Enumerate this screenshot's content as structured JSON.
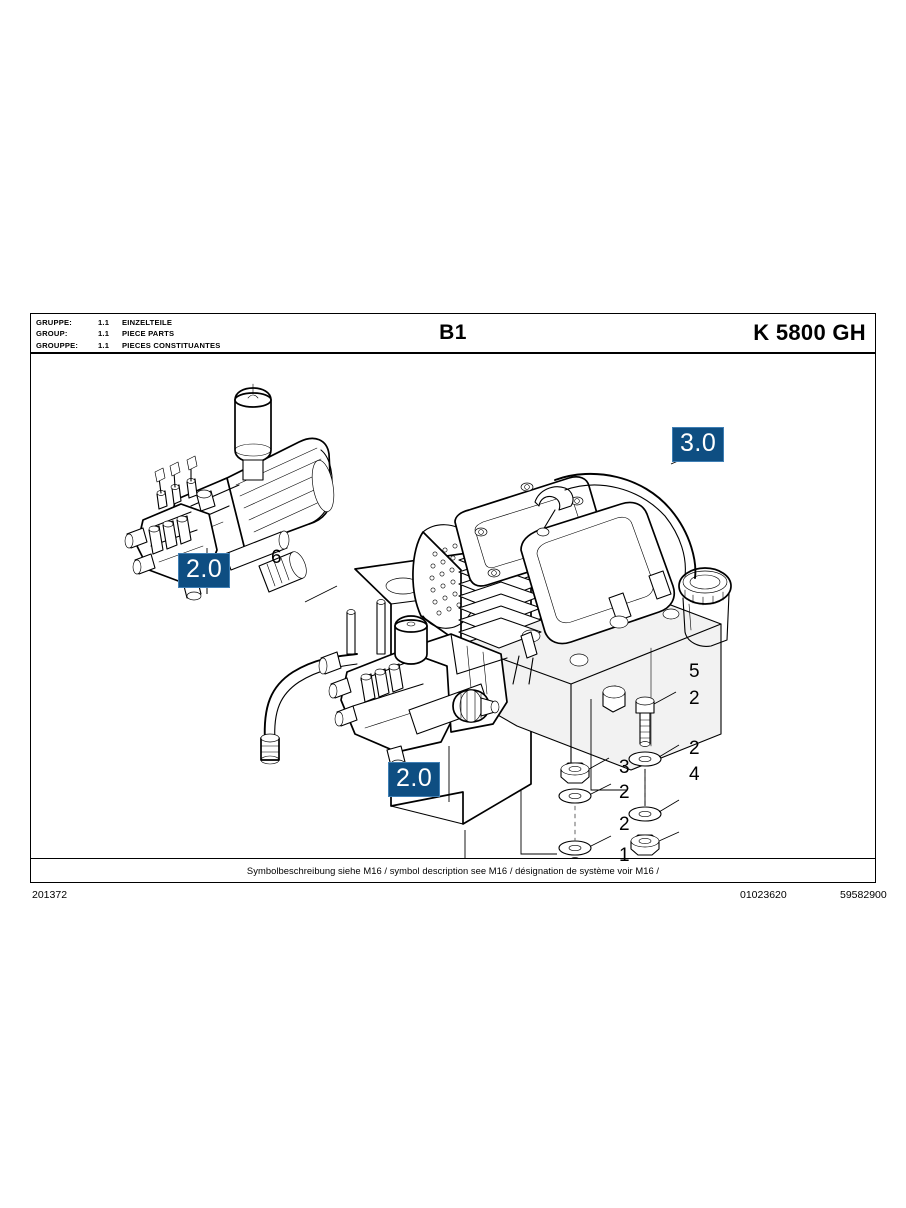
{
  "header": {
    "group_rows": [
      {
        "lang": "GRUPPE:",
        "number": "1.1",
        "name": "EINZELTEILE"
      },
      {
        "lang": "GROUP:",
        "number": "1.1",
        "name": "PIECE PARTS"
      },
      {
        "lang": "GROUPPE:",
        "number": "1.1",
        "name": "PIECES CONSTITUANTES"
      }
    ],
    "sheet_title": "B1",
    "model": "K 5800 GH"
  },
  "note": {
    "text": "Symbolbeschreibung siehe M16 / symbol description see M16 / désignation de système voir M16 /"
  },
  "footer": {
    "drawing_number": "201372",
    "code_a": "01023620",
    "code_b": "59582900"
  },
  "callouts": {
    "badges": [
      {
        "id": "pump-top",
        "label": "2.0"
      },
      {
        "id": "engine",
        "label": "3.0"
      },
      {
        "id": "pump-bot",
        "label": "2.0"
      }
    ],
    "items": [
      {
        "id": "hose",
        "label": "6",
        "part": "hose"
      },
      {
        "id": "bolt-upper",
        "label": "5",
        "part": "bolt"
      },
      {
        "id": "washer-upper-1",
        "label": "2",
        "part": "washer"
      },
      {
        "id": "washer-upper-2",
        "label": "2",
        "part": "washer"
      },
      {
        "id": "nut-upper",
        "label": "4",
        "part": "nut"
      },
      {
        "id": "nut-lower",
        "label": "3",
        "part": "nut"
      },
      {
        "id": "washer-lower-1",
        "label": "2",
        "part": "washer"
      },
      {
        "id": "washer-lower-2",
        "label": "2",
        "part": "washer"
      },
      {
        "id": "bolt-lower",
        "label": "1",
        "part": "bolt"
      }
    ]
  },
  "colors": {
    "badge_fill": "#0e4e82",
    "badge_border": "#3f7fb5",
    "badge_text": "#ffffff",
    "line": "#000000"
  }
}
